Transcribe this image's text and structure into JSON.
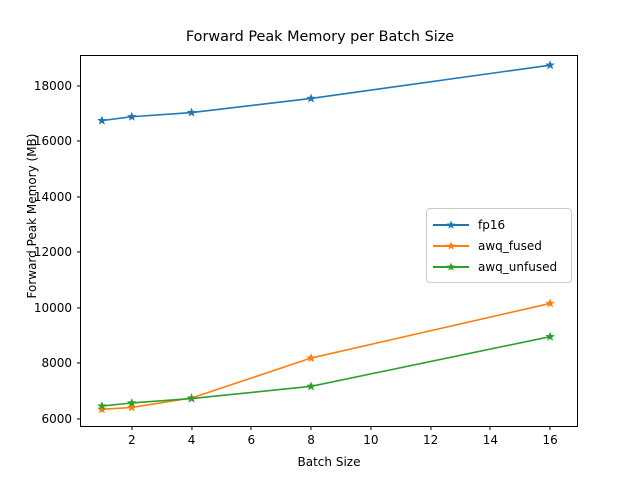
{
  "chart_data": {
    "type": "line",
    "title": "Forward Peak Memory per Batch Size",
    "xlabel": "Batch Size",
    "ylabel": "Forward Peak Memory (MB)",
    "x": [
      1,
      2,
      4,
      8,
      16
    ],
    "xlim": [
      0.3,
      16.9
    ],
    "ylim": [
      5730,
      19070
    ],
    "xticks": [
      2,
      4,
      6,
      8,
      10,
      12,
      14,
      16
    ],
    "yticks": [
      6000,
      8000,
      10000,
      12000,
      14000,
      16000,
      18000
    ],
    "grid": false,
    "legend_position": "center right",
    "marker": "star",
    "series": [
      {
        "name": "fp16",
        "color": "#1f77b4",
        "values": [
          16740,
          16880,
          17030,
          17540,
          18740
        ]
      },
      {
        "name": "awq_fused",
        "color": "#ff7f0e",
        "values": [
          6330,
          6400,
          6740,
          8180,
          10150
        ]
      },
      {
        "name": "awq_unfused",
        "color": "#2ca02c",
        "values": [
          6450,
          6560,
          6720,
          7160,
          8950
        ]
      }
    ]
  },
  "axes": {
    "spine_color": "#000000",
    "tick_color": "#000000"
  }
}
